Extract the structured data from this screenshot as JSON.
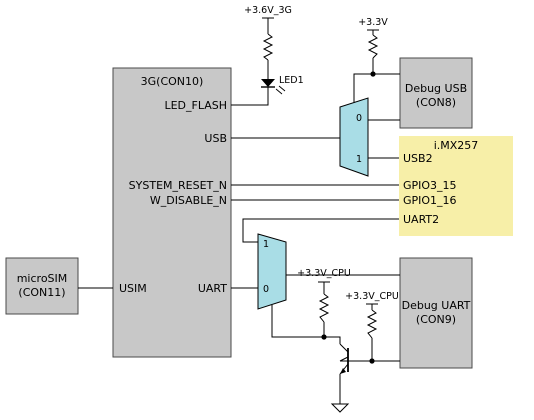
{
  "colors": {
    "block_fill": "#c8c8c8",
    "block_stroke": "#4a4a4a",
    "mux_fill": "#a9dde6",
    "imx_fill": "#f7efa8",
    "wire": "#000000"
  },
  "module_3g": {
    "title": "3G(CON10)",
    "pins": {
      "led_flash": "LED_FLASH",
      "usb": "USB",
      "system_reset": "SYSTEM_RESET_N",
      "w_disable": "W_DISABLE_N",
      "usim": "USIM",
      "uart": "UART"
    }
  },
  "microsim": {
    "line1": "microSIM",
    "line2": "(CON11)"
  },
  "debug_usb": {
    "line1": "Debug USB",
    "line2": "(CON8)"
  },
  "debug_uart": {
    "line1": "Debug UART",
    "line2": "(CON9)"
  },
  "imx": {
    "title": "i.MX257",
    "pins": {
      "usb2": "USB2",
      "gpio3_15": "GPIO3_15",
      "gpio1_16": "GPIO1_16",
      "uart2": "UART2"
    }
  },
  "mux_usb": {
    "in0": "0",
    "in1": "1"
  },
  "mux_uart": {
    "in1": "1",
    "in0": "0"
  },
  "led": {
    "label": "LED1"
  },
  "rails": {
    "led_supply": "+3.6V_3G",
    "usb_supply": "+3.3V",
    "cpu_supply_a": "+3.3V_CPU",
    "cpu_supply_b": "+3.3V_CPU"
  }
}
